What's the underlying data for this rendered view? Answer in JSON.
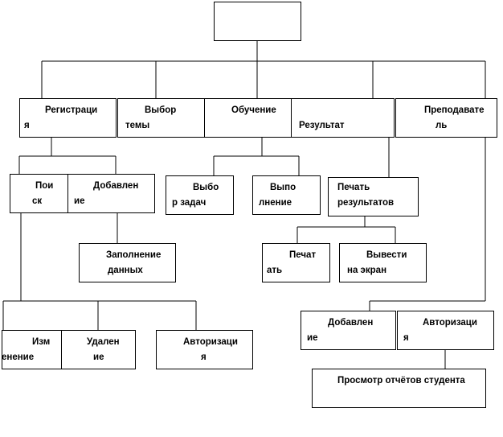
{
  "diagram": {
    "nodes": {
      "root": {
        "lines": []
      },
      "registration": {
        "lines": [
          "Регистраци",
          "я"
        ]
      },
      "topic_choice": {
        "lines": [
          "Выбор",
          "темы"
        ]
      },
      "training": {
        "lines": [
          "Обучение"
        ]
      },
      "result": {
        "lines": [
          "Результат"
        ]
      },
      "teacher": {
        "lines": [
          "Преподавате",
          "ль"
        ]
      },
      "search": {
        "lines": [
          "Пои",
          "ск"
        ]
      },
      "adding": {
        "lines": [
          "Добавлен",
          "ие"
        ]
      },
      "fill_data": {
        "lines": [
          "Заполнение",
          "данных"
        ]
      },
      "task_choice": {
        "lines": [
          "Выбо",
          "р задач"
        ]
      },
      "execution": {
        "lines": [
          "Выпо",
          "лнение"
        ]
      },
      "print_results": {
        "lines": [
          "Печать",
          "результатов"
        ]
      },
      "print": {
        "lines": [
          "Печат",
          "ать"
        ]
      },
      "screen_output": {
        "lines": [
          "Вывести",
          "на экран"
        ]
      },
      "change": {
        "lines": [
          "Изм",
          "енение"
        ]
      },
      "deletion": {
        "lines": [
          "Удален",
          "ие"
        ]
      },
      "auth_left": {
        "lines": [
          "Авторизаци",
          "я"
        ]
      },
      "teacher_adding": {
        "lines": [
          "Добавлен",
          "ие"
        ]
      },
      "teacher_auth": {
        "lines": [
          "Авторизаци",
          "я"
        ]
      },
      "view_reports": {
        "lines": [
          "Просмотр отчётов студента"
        ]
      }
    }
  }
}
